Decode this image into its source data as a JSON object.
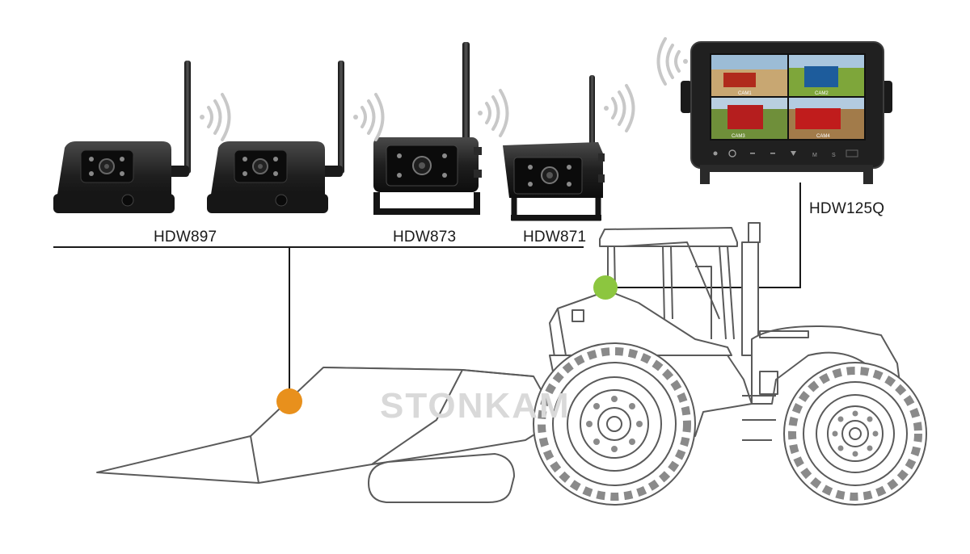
{
  "diagram": {
    "cameras": [
      {
        "label": "HDW897"
      },
      {
        "label": "HDW873"
      },
      {
        "label": "HDW871"
      }
    ],
    "monitor": {
      "label": "HDW125Q",
      "quad_labels": [
        "CAM1",
        "CAM2",
        "CAM3",
        "CAM4"
      ],
      "buttons": [
        "M",
        "S"
      ]
    },
    "watermark": "STONKAM",
    "colors": {
      "header_sensor": "#e8901c",
      "cab_sensor": "#8cc63f",
      "line_art": "#555555",
      "wireless_waves": "#c8c8c8"
    }
  }
}
